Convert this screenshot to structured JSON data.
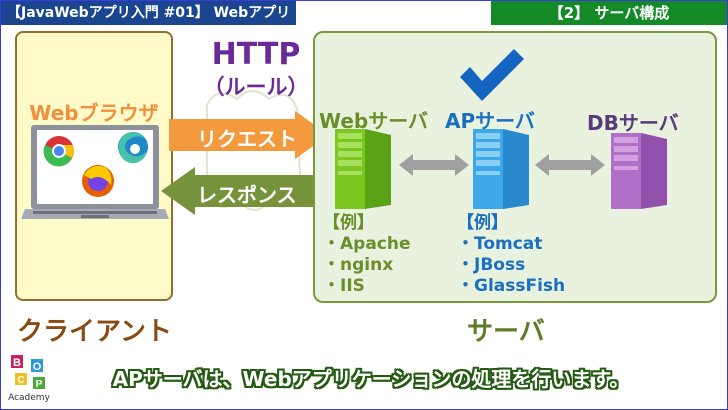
{
  "header": {
    "series_title": "【JavaWebアプリ入門 #01】 Webアプリ",
    "section_title": "【2】 サーバ構成"
  },
  "client": {
    "browser_label": "Webブラウザ",
    "caption": "クライアント",
    "browser_icons": [
      "chrome-icon",
      "edge-icon",
      "firefox-icon"
    ]
  },
  "protocol": {
    "name": "HTTP",
    "description": "（ルール）",
    "request_label": "リクエスト",
    "response_label": "レスポンス"
  },
  "servers": {
    "caption": "サーバ",
    "web": {
      "label": "Webサーバ",
      "examples_header": "【例】",
      "examples": [
        "・Apache",
        "・nginx",
        "・IIS"
      ],
      "color": "#6a8f2a"
    },
    "ap": {
      "label": "APサーバ",
      "examples_header": "【例】",
      "examples": [
        "・Tomcat",
        "・JBoss",
        "・GlassFish"
      ],
      "color": "#1a6fc0"
    },
    "db": {
      "label": "DBサーバ",
      "color": "#5a3a7a"
    }
  },
  "subtitle": "APサーバは、Webアプリケーションの処理を行います。",
  "logo": {
    "letters": [
      "B",
      "O",
      "C",
      "P"
    ],
    "text": "Academy"
  }
}
